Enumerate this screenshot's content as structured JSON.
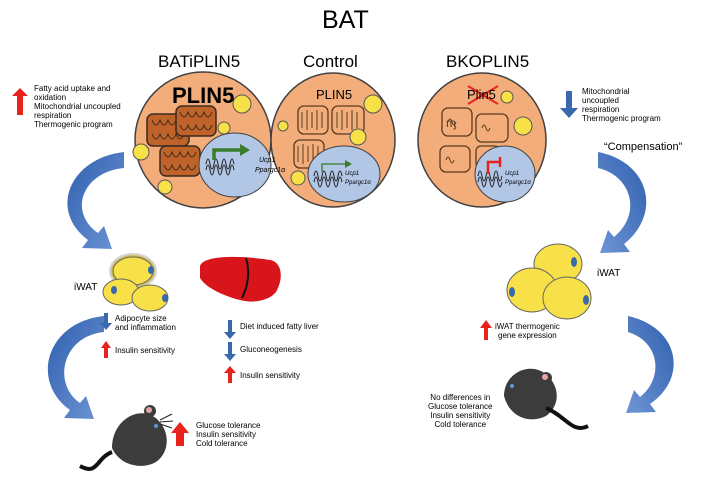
{
  "title": "BAT",
  "columns": {
    "left": "BATiPLIN5",
    "middle": "Control",
    "right": "BKOPLIN5"
  },
  "cells": {
    "left_protein": "PLIN5",
    "middle_protein": "PLIN5",
    "right_protein": "Plin5",
    "gene1": "Ucp1",
    "gene2": "Ppargc1α"
  },
  "left_effects": [
    "Fatty acid uptake and",
    "oxidation",
    "Mitochondrial uncoupled",
    "respiration",
    "Thermogenic program"
  ],
  "right_effects": [
    "Mitochondrial",
    "uncoupled",
    "respiration",
    "Thermogenic program"
  ],
  "compensation": "“Compensation”",
  "iwat_left": "iWAT",
  "iwat_right": "iWAT",
  "adipocyte": [
    "Adipocyte size",
    "and inflammation"
  ],
  "insulin_left": "Insulin sensitivity",
  "liver_effects": [
    "Diet induced fatty liver",
    "Gluconeogenesis",
    "Insulin sensitivity"
  ],
  "iwat_thermo": [
    "iWAT thermogenic",
    "gene expression"
  ],
  "mouse_left": [
    "Glucose tolerance",
    "Insulin sensitivity",
    "Cold tolerance"
  ],
  "mouse_right": [
    "No differences in",
    "Glucose tolerance",
    "Insulin sensitivity",
    "Cold tolerance"
  ],
  "colors": {
    "cell": "#f3ad7a",
    "cell_border": "#404040",
    "mito": "#c0632a",
    "lipid": "#f7e048",
    "nucleus": "#b2c6e6",
    "arrow_up": "#e8221c",
    "arrow_down": "#3a68ac",
    "liver": "#d9151c",
    "curve_arrow": "#3d6fbe",
    "mouse": "#3c3c3c"
  }
}
